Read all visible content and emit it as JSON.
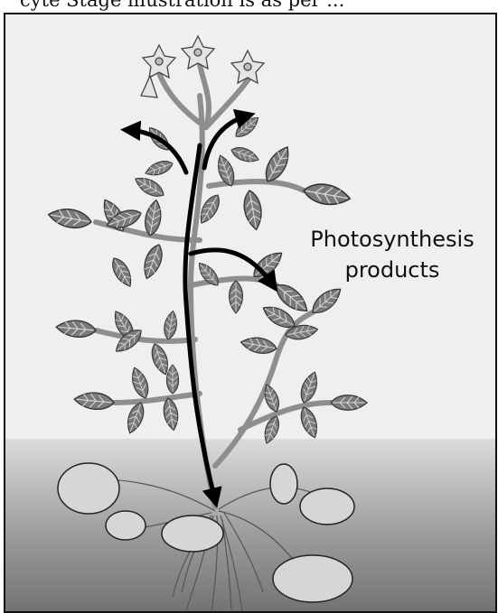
{
  "header_fragment": "cyte Stage illustration is as per ...",
  "label": {
    "line1": "Photosynthesis",
    "line2": "products"
  },
  "colors": {
    "background": "#efefef",
    "soil_top": "#dcdcdc",
    "soil_bottom": "#6f6f6f",
    "leaf_fill": "#7a7a7a",
    "stem": "#8e8e8e",
    "arrow": "#000000",
    "tuber": "#d6d6d6"
  }
}
